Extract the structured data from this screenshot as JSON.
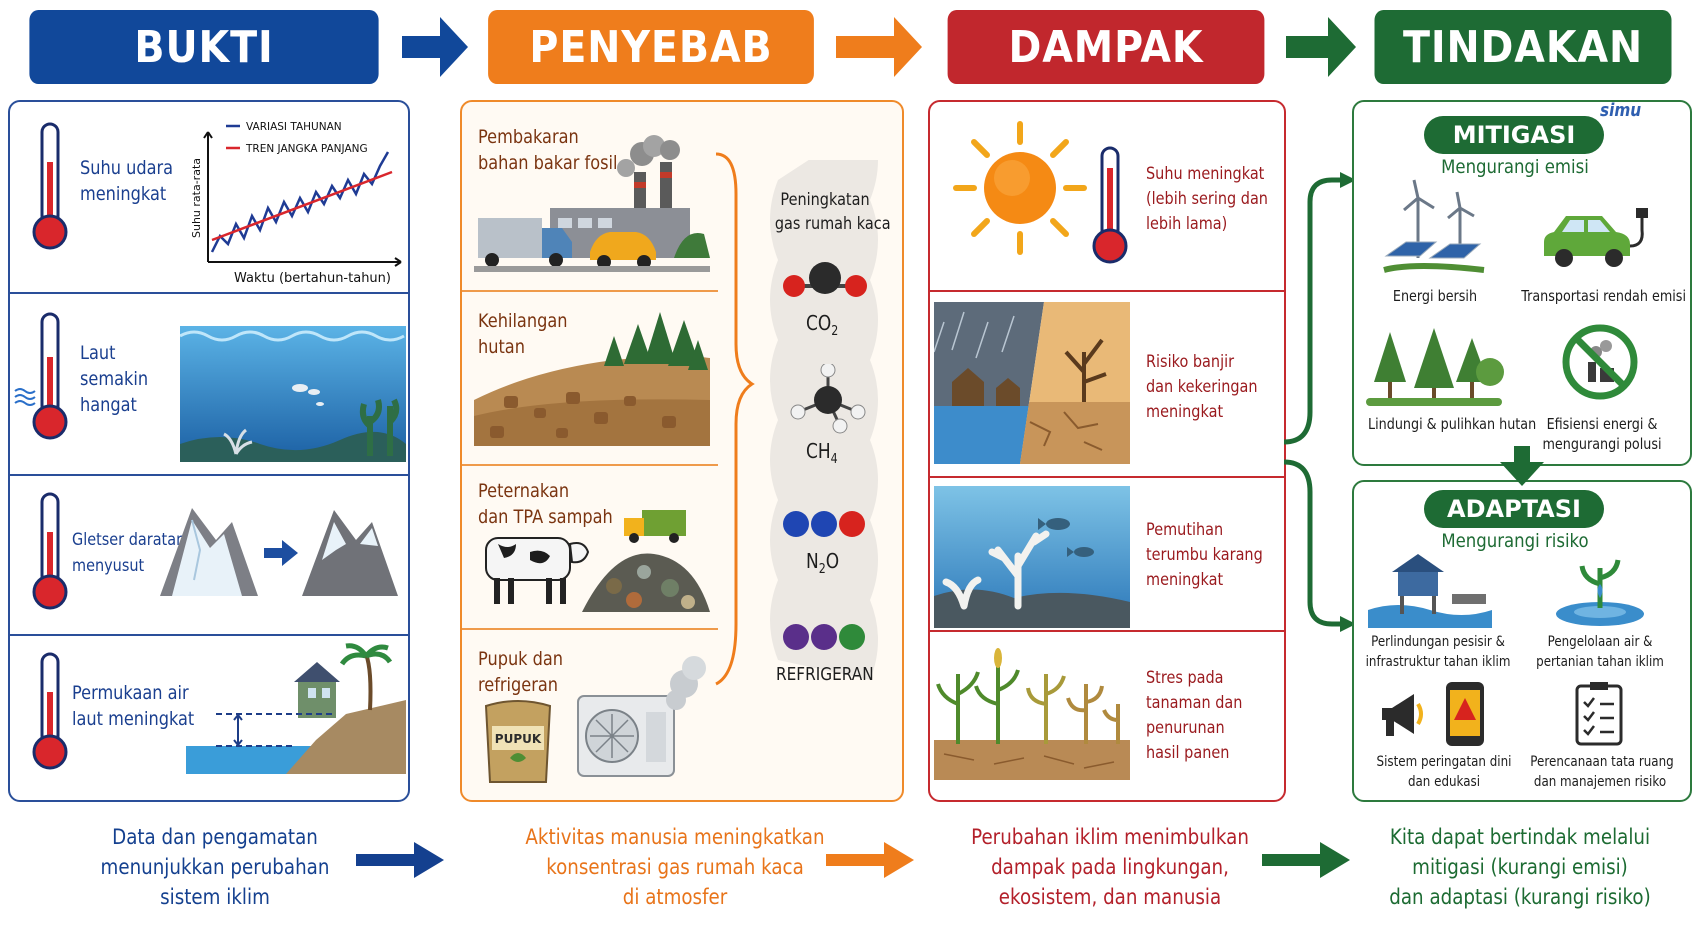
{
  "headers": {
    "bukti": "BUKTI",
    "penyebab": "PENYEBAB",
    "dampak": "DAMPAK",
    "tindakan": "TINDAKAN"
  },
  "bukti": {
    "items": [
      {
        "label_lines": [
          "Suhu udara",
          "meningkat"
        ]
      },
      {
        "label_lines": [
          "Laut",
          "semakin",
          "hangat"
        ]
      },
      {
        "label_lines": [
          "Gletser daratan",
          "menyusut"
        ]
      },
      {
        "label_lines": [
          "Permukaan air",
          "laut meningkat"
        ]
      }
    ],
    "chart": {
      "legend": [
        "VARIASI TAHUNAN",
        "TREN JANGKA PANJANG"
      ],
      "ylabel": "Suhu rata-rata",
      "xlabel": "Waktu (bertahun-tahun)",
      "colors": {
        "variation": "#1f3b94",
        "trend": "#d9262c"
      }
    }
  },
  "penyebab": {
    "items": [
      {
        "label_lines": [
          "Pembakaran",
          "bahan bakar fosil"
        ]
      },
      {
        "label_lines": [
          "Kehilangan",
          "hutan"
        ]
      },
      {
        "label_lines": [
          "Peternakan",
          "dan TPA sampah"
        ]
      },
      {
        "label_lines": [
          "Pupuk dan",
          "refrigeran"
        ]
      }
    ],
    "gas_title_lines": [
      "Peningkatan",
      "gas rumah kaca"
    ],
    "gases": [
      "CO",
      "CH",
      "N",
      "O",
      "REFRIGERAN"
    ],
    "subscripts": {
      "co2": "2",
      "ch4": "4",
      "n2o": "2"
    },
    "sack_label": "PUPUK"
  },
  "dampak": {
    "items": [
      {
        "label_lines": [
          "Suhu meningkat",
          "(lebih sering dan",
          "lebih lama)"
        ]
      },
      {
        "label_lines": [
          "Risiko banjir",
          "dan kekeringan",
          "meningkat"
        ]
      },
      {
        "label_lines": [
          "Pemutihan",
          "terumbu karang",
          "meningkat"
        ]
      },
      {
        "label_lines": [
          "Stres pada",
          "tanaman dan",
          "penurunan",
          "hasil panen"
        ]
      }
    ]
  },
  "tindakan": {
    "watermark": "simu",
    "mitigasi": {
      "title": "MITIGASI",
      "subtitle": "Mengurangi emisi",
      "items": [
        {
          "label_lines": [
            "Energi bersih"
          ]
        },
        {
          "label_lines": [
            "Transportasi rendah emisi"
          ]
        },
        {
          "label_lines": [
            "Lindungi & pulihkan hutan"
          ]
        },
        {
          "label_lines": [
            "Efisiensi energi &",
            "mengurangi polusi"
          ]
        }
      ]
    },
    "adaptasi": {
      "title": "ADAPTASI",
      "subtitle": "Mengurangi risiko",
      "items": [
        {
          "label_lines": [
            "Perlindungan pesisir &",
            "infrastruktur tahan iklim"
          ]
        },
        {
          "label_lines": [
            "Pengelolaan air &",
            "pertanian tahan iklim"
          ]
        },
        {
          "label_lines": [
            "Sistem peringatan dini",
            "dan edukasi"
          ]
        },
        {
          "label_lines": [
            "Perencanaan tata ruang",
            "dan manajemen risiko"
          ]
        }
      ]
    }
  },
  "footer": {
    "bukti_lines": [
      "Data dan pengamatan",
      "menunjukkan perubahan",
      "sistem iklim"
    ],
    "penyebab_lines": [
      "Aktivitas manusia meningkatkan",
      "konsentrasi gas rumah kaca",
      "di atmosfer"
    ],
    "dampak_lines": [
      "Perubahan iklim menimbulkan",
      "dampak pada lingkungan,",
      "ekosistem, dan manusia"
    ],
    "tindakan_lines": [
      "Kita dapat bertindak melalui",
      "mitigasi (kurangi emisi)",
      "dan adaptasi (kurangi risiko)"
    ]
  },
  "colors": {
    "blue": "#11489a",
    "orange": "#ef7d1c",
    "red": "#c1272d",
    "green": "#1e6b34"
  }
}
